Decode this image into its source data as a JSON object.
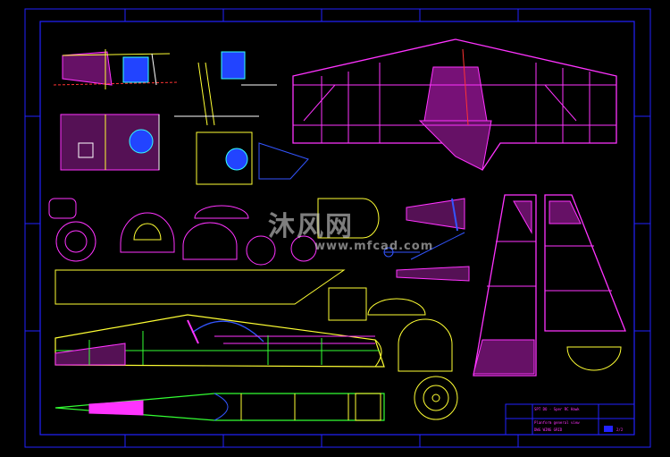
{
  "watermark": {
    "title": "沐风网",
    "url": "www.mfcad.com"
  },
  "title_block": {
    "line1": "SPT DO - Sper RC Hawk",
    "line2": "Planform general view",
    "line3": "DWG WING GRID",
    "sheet": "2/2"
  },
  "colors": {
    "background": "#000000",
    "border": "#2222ff",
    "magenta": "#ff33ff",
    "yellow": "#ffff33",
    "green": "#33ff33",
    "cyan": "#33ffff",
    "blue": "#3355ff",
    "white": "#ffffff"
  }
}
